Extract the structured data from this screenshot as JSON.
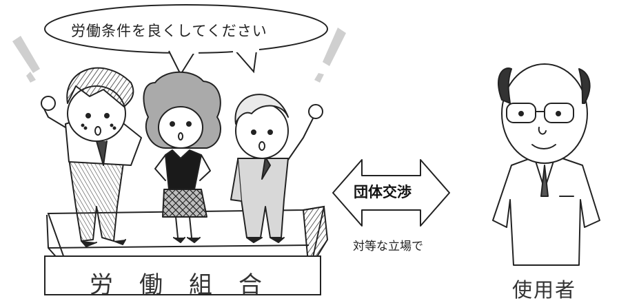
{
  "speech_bubble": {
    "text": "労働条件を良くしてください"
  },
  "union": {
    "label": "労働組合"
  },
  "negotiation": {
    "label": "団体交渉",
    "sublabel": "対等な立場で"
  },
  "employer": {
    "label": "使用者"
  }
}
